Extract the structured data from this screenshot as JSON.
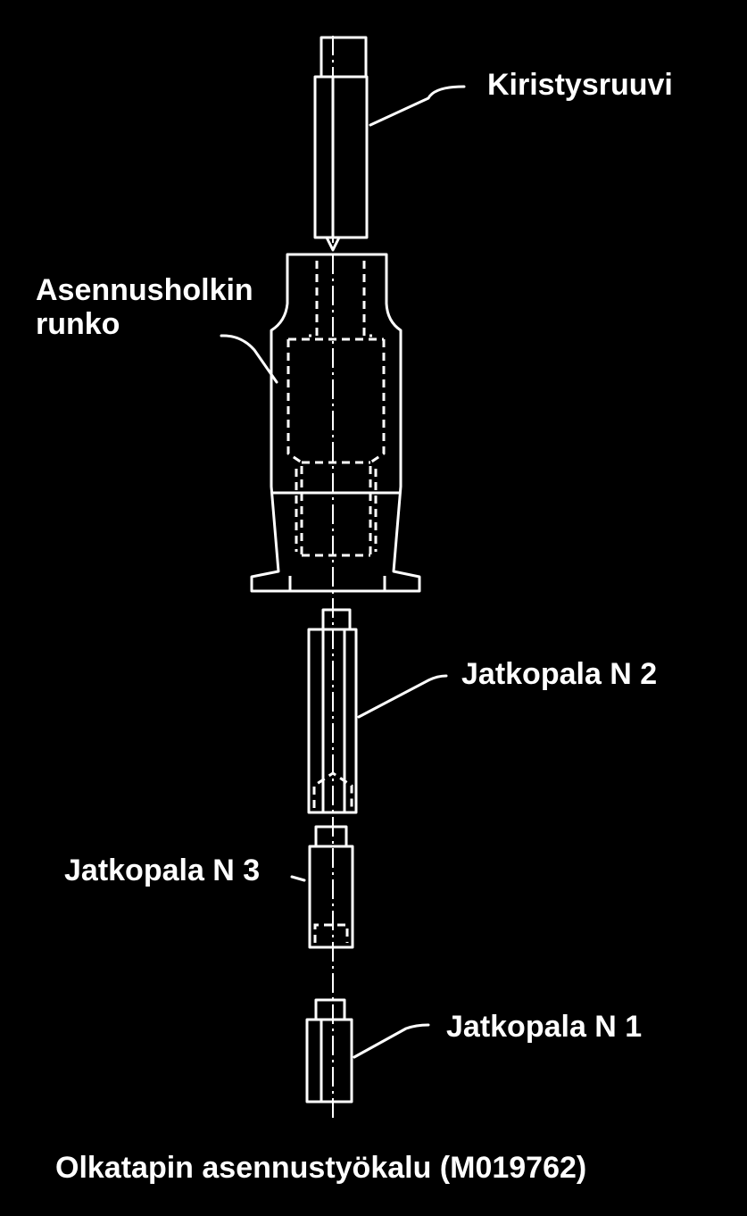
{
  "diagram": {
    "labels": {
      "tightening_screw": "Kiristysruuvi",
      "sleeve_body_line1": "Asennusholkin",
      "sleeve_body_line2": "runko",
      "extension_n2": "Jatkopala N 2",
      "extension_n3": "Jatkopala N 3",
      "extension_n1": "Jatkopala N 1"
    },
    "caption": "Olkatapin asennustyökalu (M019762)"
  },
  "colors": {
    "background": "#000000",
    "foreground": "#ffffff"
  }
}
